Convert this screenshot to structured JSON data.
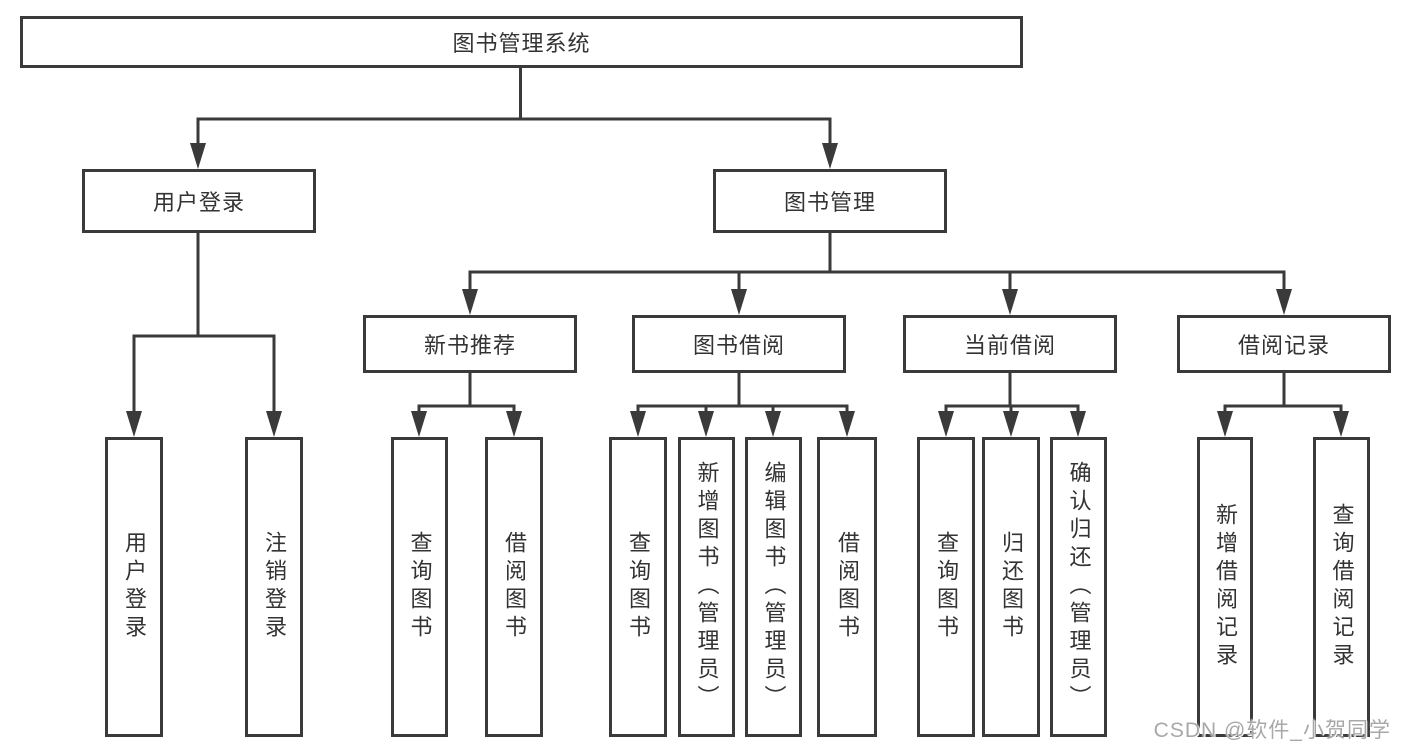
{
  "tree": {
    "root": {
      "label": "图书管理系统",
      "children": [
        {
          "label": "用户登录",
          "children": [
            {
              "label": "用户登录"
            },
            {
              "label": "注销登录"
            }
          ]
        },
        {
          "label": "图书管理",
          "children": [
            {
              "label": "新书推荐",
              "children": [
                {
                  "label": "查询图书"
                },
                {
                  "label": "借阅图书"
                }
              ]
            },
            {
              "label": "图书借阅",
              "children": [
                {
                  "label": "查询图书"
                },
                {
                  "label": "新增图书（管理员）"
                },
                {
                  "label": "编辑图书（管理员）"
                },
                {
                  "label": "借阅图书"
                }
              ]
            },
            {
              "label": "当前借阅",
              "children": [
                {
                  "label": "查询图书"
                },
                {
                  "label": "归还图书"
                },
                {
                  "label": "确认归还（管理员）"
                }
              ]
            },
            {
              "label": "借阅记录",
              "children": [
                {
                  "label": "新增借阅记录"
                },
                {
                  "label": "查询借阅记录"
                }
              ]
            }
          ]
        }
      ]
    }
  },
  "watermark": {
    "text": "CSDN @软件_小贺同学"
  },
  "colors": {
    "line": "#3a3a3a",
    "text": "#333333",
    "watermark": "#a8a8a8",
    "background": "#ffffff"
  }
}
